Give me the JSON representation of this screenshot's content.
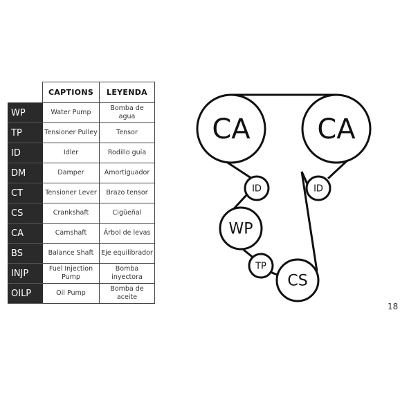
{
  "legend": {
    "headers": [
      "",
      "CAPTIONS",
      "LEYENDA"
    ],
    "rows": [
      {
        "code": "WP",
        "caption": "Water Pump",
        "leyenda": "Bomba de agua"
      },
      {
        "code": "TP",
        "caption": "Tensioner Pulley",
        "leyenda": "Tensor"
      },
      {
        "code": "ID",
        "caption": "Idler",
        "leyenda": "Rodillo guía"
      },
      {
        "code": "DM",
        "caption": "Damper",
        "leyenda": "Amortiguador"
      },
      {
        "code": "CT",
        "caption": "Tensioner Lever",
        "leyenda": "Brazo tensor"
      },
      {
        "code": "CS",
        "caption": "Crankshaft",
        "leyenda": "Cigüeñal"
      },
      {
        "code": "CA",
        "caption": "Camshaft",
        "leyenda": "Árbol de levas"
      },
      {
        "code": "BS",
        "caption": "Balance Shaft",
        "leyenda": "Eje equilibrador"
      },
      {
        "code": "INJP",
        "caption": "Fuel Injection Pump",
        "leyenda": "Bomba inyectora"
      },
      {
        "code": "OILP",
        "caption": "Oil Pump",
        "leyenda": "Bomba de aceite"
      }
    ]
  },
  "diagram": {
    "pulleys": [
      {
        "id": "cam-left",
        "label": "CA"
      },
      {
        "id": "cam-right",
        "label": "CA"
      },
      {
        "id": "idler-left",
        "label": "ID"
      },
      {
        "id": "idler-right",
        "label": "ID"
      },
      {
        "id": "water-pump",
        "label": "WP"
      },
      {
        "id": "tensioner",
        "label": "TP"
      },
      {
        "id": "crankshaft",
        "label": "CS"
      }
    ]
  },
  "page_number": "18"
}
